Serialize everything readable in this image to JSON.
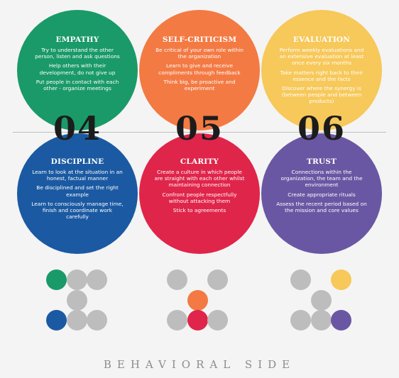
{
  "colors": {
    "empathy": "#1a9a68",
    "self_criticism": "#f37a43",
    "evaluation": "#f7c85a",
    "discipline": "#1b5aa2",
    "clarity": "#e0254a",
    "trust": "#6a57a3",
    "grid_dot": "#bdbdbd",
    "number": "#1c1c1c"
  },
  "cards": {
    "empathy": {
      "title": "EMPATHY",
      "lines": [
        "Try to understand the other person, listen and ask questions",
        "Help others with their development, do not give up",
        "Put people in contact with each other - organize meetings"
      ]
    },
    "self_criticism": {
      "title": "SELF-CRITICISM",
      "lines": [
        "Be critical of your own role within the organization",
        "Learn to give and receive compliments through feedback",
        "Think big, be proactive and experiment"
      ]
    },
    "evaluation": {
      "title": "EVALUATION",
      "lines": [
        "Perform weekly evaluations and an extensive evaluation at least once every six months",
        "Take matters right back to their essence and the facts",
        "Discover where the synergy is (between people and between products)"
      ]
    },
    "discipline": {
      "title": "DISCIPLINE",
      "lines": [
        "Learn to look at the situation in an honest, factual manner",
        "Be disciplined and set the right example",
        "Learn to consciously manage time, finish and coordinate work carefully"
      ]
    },
    "clarity": {
      "title": "CLARITY",
      "lines": [
        "Create a culture in which people are straight with each other whilst maintaining connection",
        "Confront people respectfully without attacking them",
        "Stick to agreements"
      ]
    },
    "trust": {
      "title": "TRUST",
      "lines": [
        "Connections within the organization, the team and the environment",
        "Create appropriate rituals",
        "Assess the recent period based on the mission and core values"
      ]
    }
  },
  "numbers": [
    "04",
    "05",
    "06"
  ],
  "footer": "BEHAVIORAL SIDE"
}
